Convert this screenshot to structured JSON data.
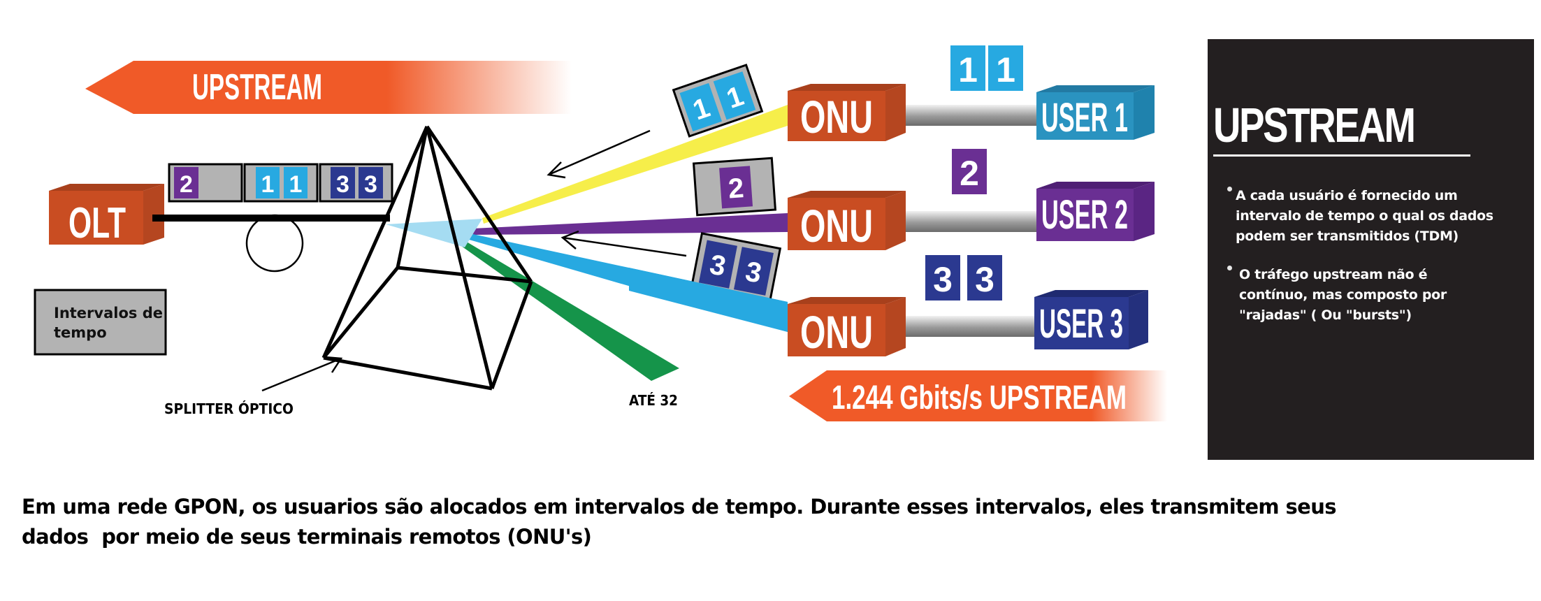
{
  "colors": {
    "orange": "#f05a28",
    "box_front": "#c94d22",
    "box_top": "#a8401c",
    "box_side": "#b54620",
    "user1": "#2a93c0",
    "user2": "#6a2f93",
    "user3": "#2b3990",
    "slot_light_blue": "#27a9e1",
    "slot_purple": "#6a2f93",
    "slot_navy": "#2b3990",
    "slot_gray": "#b3b3b3",
    "beam_yellow": "#f6ee4a",
    "beam_purple": "#6a2f93",
    "beam_blue": "#27a9e1",
    "beam_green": "#15944a",
    "splitter_core": "#a5dcf2",
    "panel_bg": "#231f20"
  },
  "diagram": {
    "top_arrow_label": "UPSTREAM",
    "olt_label": "OLT",
    "legend_box_label": [
      "Intervalos de",
      "tempo"
    ],
    "splitter_label": "SPLITTER ÓPTICO",
    "max_split_label": "ATÉ 32",
    "rate_arrow_label": "1.244 Gbits/s UPSTREAM",
    "fiber_timeslots": [
      {
        "slots": [
          "2"
        ],
        "user": 2
      },
      {
        "slots": [
          "1",
          "1"
        ],
        "user": 1
      },
      {
        "slots": [
          "3",
          "3"
        ],
        "user": 3
      }
    ],
    "in_flight_packets": [
      {
        "slots": [
          "1",
          "1"
        ],
        "user": 1
      },
      {
        "slots": [
          "2"
        ],
        "user": 2
      },
      {
        "slots": [
          "3",
          "3"
        ],
        "user": 3
      }
    ],
    "onus": [
      {
        "label": "ONU",
        "user_label": "USER 1",
        "user_slots": [
          "1",
          "1"
        ]
      },
      {
        "label": "ONU",
        "user_label": "USER 2",
        "user_slots": [
          "2"
        ]
      },
      {
        "label": "ONU",
        "user_label": "USER 3",
        "user_slots": [
          "3",
          "3"
        ]
      }
    ]
  },
  "panel": {
    "title": "UPSTREAM",
    "bullets": [
      [
        "A cada usuário é fornecido um",
        "intervalo de tempo o qual os dados",
        "podem ser transmitidos (TDM)"
      ],
      [
        "O tráfego upstream não é",
        "contínuo, mas composto por",
        "\"rajadas\" ( Ou \"bursts\")"
      ]
    ]
  },
  "caption": {
    "line1": "Em uma rede GPON, os usuarios são alocados em intervalos de tempo. Durante esses intervalos, eles transmitem seus",
    "line2": "dados  por meio de seus terminais remotos (ONU's)"
  }
}
